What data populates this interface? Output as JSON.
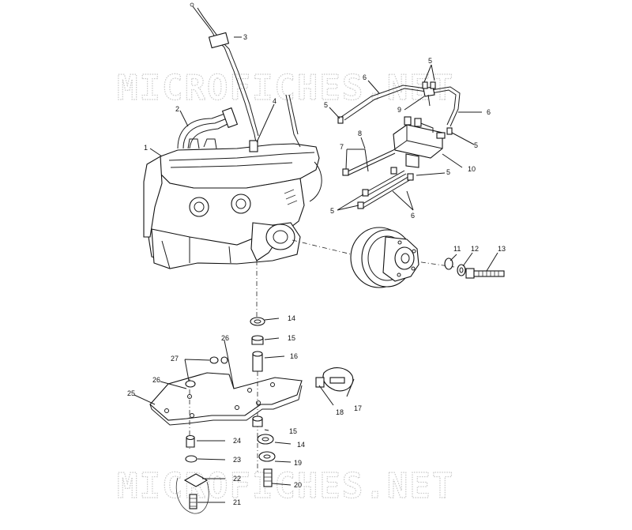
{
  "watermark": {
    "top": "MICROFICHES.NET",
    "bottom": "MICROFICHES.NET"
  },
  "callouts": {
    "c1": "1",
    "c2": "2",
    "c3": "3",
    "c4": "4",
    "c5a": "5",
    "c5b": "5",
    "c5c": "5",
    "c5d": "5",
    "c5e": "5",
    "c6a": "6",
    "c6b": "6",
    "c6c": "6",
    "c7": "7",
    "c8": "8",
    "c9": "9",
    "c10": "10",
    "c11": "11",
    "c12": "12",
    "c13": "13",
    "c14a": "14",
    "c14b": "14",
    "c15a": "15",
    "c15b": "15",
    "c16": "16",
    "c17": "17",
    "c18": "18",
    "c19": "19",
    "c20": "20",
    "c21": "21",
    "c22": "22",
    "c23": "23",
    "c24": "24",
    "c25": "25",
    "c26a": "26",
    "c26b": "26",
    "c27": "27"
  }
}
